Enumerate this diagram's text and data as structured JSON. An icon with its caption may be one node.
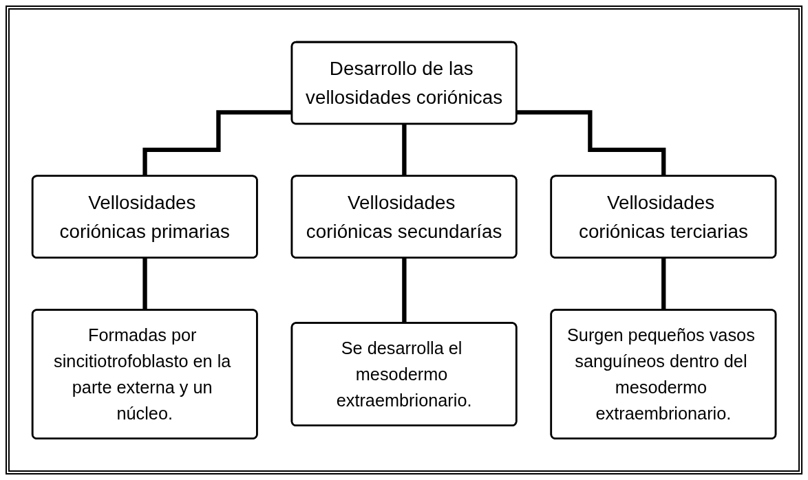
{
  "diagram": {
    "nodes": [
      {
        "text": [
          "Desarrollo de las vellosidades coriónicas"
        ]
      },
      {
        "text": [
          "Vellosidades coriónicas primarias"
        ]
      },
      {
        "text": [
          "Vellosidades coriónicas secundarías"
        ]
      },
      {
        "text": [
          "Vellosidades coriónicas terciarias"
        ]
      },
      {
        "text": [
          "Formadas por sincitiotrofoblasto en la parte externa y un núcleo."
        ]
      },
      {
        "text": [
          "Se desarrolla el mesodermo extraembrionario."
        ]
      },
      {
        "text": [
          "Surgen pequeños vasos sanguíneos dentro del mesodermo extraembrionario."
        ]
      }
    ],
    "edges": [
      {
        "from": 0,
        "to": 1,
        "arrow": "none"
      },
      {
        "from": 0,
        "to": 2,
        "arrow": "none"
      },
      {
        "from": 0,
        "to": 3,
        "arrow": "none"
      },
      {
        "from": 1,
        "to": 4,
        "arrow": "none"
      },
      {
        "from": 2,
        "to": 5,
        "arrow": "none"
      },
      {
        "from": 3,
        "to": 6,
        "arrow": "none"
      }
    ]
  }
}
